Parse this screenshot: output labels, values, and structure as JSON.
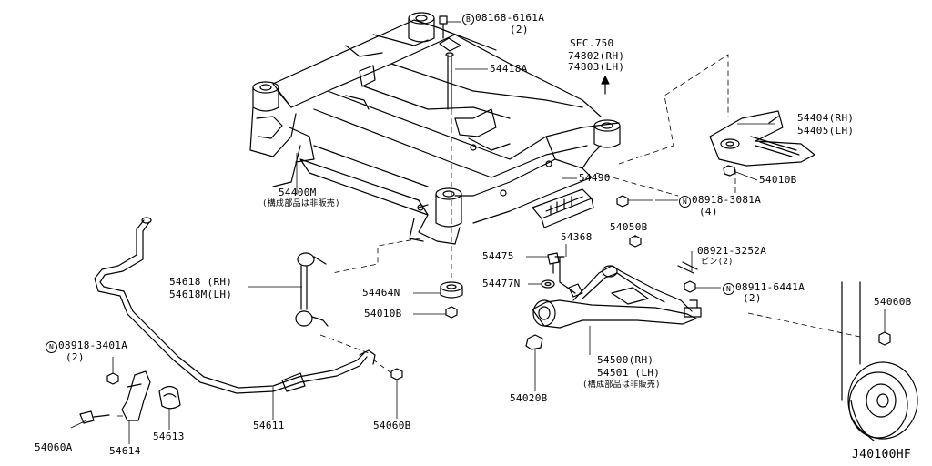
{
  "labels": {
    "p08168": {
      "prefix": "B",
      "text": "08168-6161A",
      "qty": "(2)"
    },
    "p54418A": "54418A",
    "sec750": {
      "l1": "SEC.750",
      "l2": "74802(RH)",
      "l3": "74803(LH)"
    },
    "p54404": {
      "l1": "54404(RH)",
      "l2": "54405(LH)"
    },
    "p54010B_top": "54010B",
    "p54490": "54490",
    "p08918_3081A": {
      "prefix": "N",
      "text": "08918-3081A",
      "qty": "(4)"
    },
    "p54400M": {
      "l1": "54400M",
      "l2": "(構成部品は非販売)"
    },
    "p54050B": "54050B",
    "p54475": "54475",
    "p54368": "54368",
    "p08921": {
      "l1": "08921-3252A",
      "l2": "ピン(2)"
    },
    "p54477N": "54477N",
    "p08911": {
      "prefix": "N",
      "text": "08911-6441A",
      "qty": "(2)"
    },
    "p54060B_right": "54060B",
    "p54618": {
      "l1": "54618 (RH)",
      "l2": "54618M(LH)"
    },
    "p54464N": "54464N",
    "p54010B_mid": "54010B",
    "p08918_3401A": {
      "prefix": "N",
      "text": "08918-3401A",
      "qty": "(2)"
    },
    "p54500": {
      "l1": "54500(RH)",
      "l2": "54501 (LH)",
      "l3": "(構成部品は非販売)"
    },
    "p54020B": "54020B",
    "p54611": "54611",
    "p54060B_bottom": "54060B",
    "p54613": "54613",
    "p54060A": "54060A",
    "p54614": "54614",
    "diagram_code": "J40100HF"
  }
}
